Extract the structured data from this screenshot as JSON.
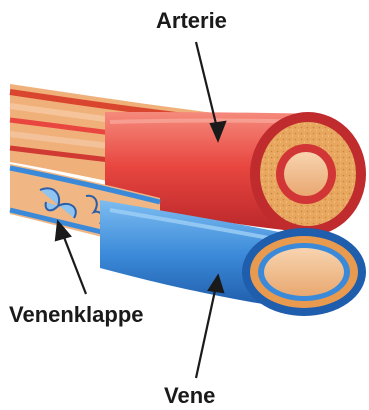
{
  "labels": {
    "artery": "Arterie",
    "valve": "Venenklappe",
    "vein": "Vene"
  },
  "colors": {
    "artery_main": "#e8463f",
    "artery_dark": "#b8262a",
    "artery_light": "#f37a6c",
    "artery_wall_tissue": "#e6a35e",
    "vein_main": "#3b8ad9",
    "vein_dark": "#1e5aa8",
    "vein_light": "#6fb2ee",
    "vein_wall_tissue": "#e89a4f",
    "lumen": "#f4c9a2",
    "arrow": "#1a1a1a"
  }
}
